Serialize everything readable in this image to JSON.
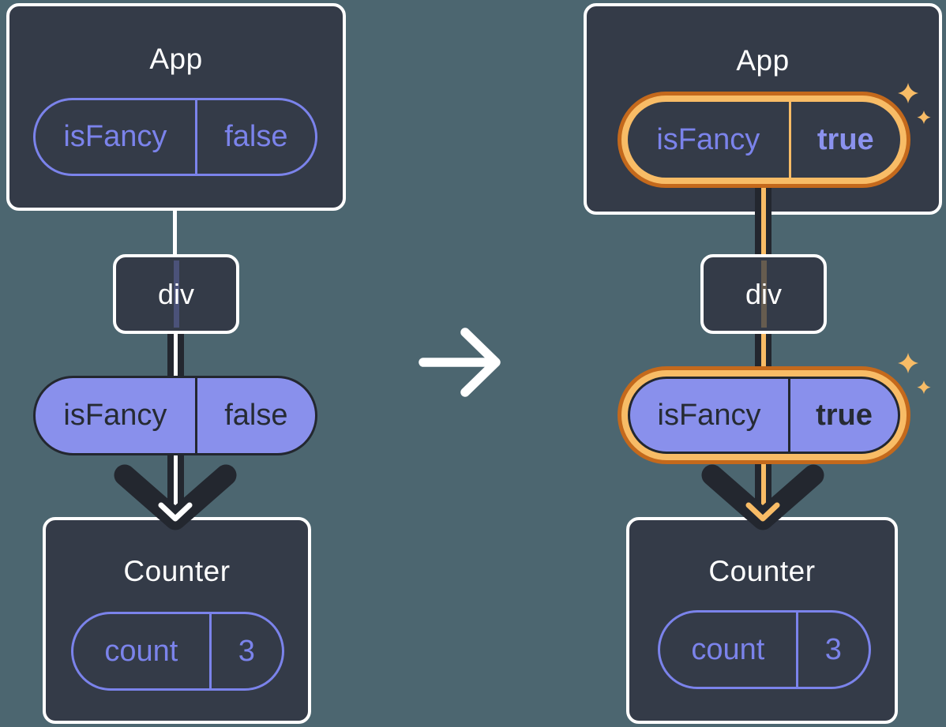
{
  "diagram": {
    "description": "Prop flow diagram: App passes isFancy through div to Counter; before (false) and after (true, highlighted) states"
  },
  "colors": {
    "background": "#4C6670",
    "card": "#343B48",
    "card_border": "#FFFFFF",
    "purple": "#7B83EB",
    "purple_fill": "#8990EC",
    "ink": "#23272F",
    "orange_dark": "#C4691C",
    "orange_light": "#F8BC66"
  },
  "before": {
    "app": {
      "title": "App",
      "prop": {
        "name": "isFancy",
        "value": "false"
      }
    },
    "div": {
      "label": "div"
    },
    "passed_prop": {
      "name": "isFancy",
      "value": "false"
    },
    "counter": {
      "title": "Counter",
      "state": {
        "name": "count",
        "value": "3"
      }
    }
  },
  "after": {
    "app": {
      "title": "App",
      "prop": {
        "name": "isFancy",
        "value": "true"
      }
    },
    "div": {
      "label": "div"
    },
    "passed_prop": {
      "name": "isFancy",
      "value": "true"
    },
    "counter": {
      "title": "Counter",
      "state": {
        "name": "count",
        "value": "3"
      }
    }
  }
}
